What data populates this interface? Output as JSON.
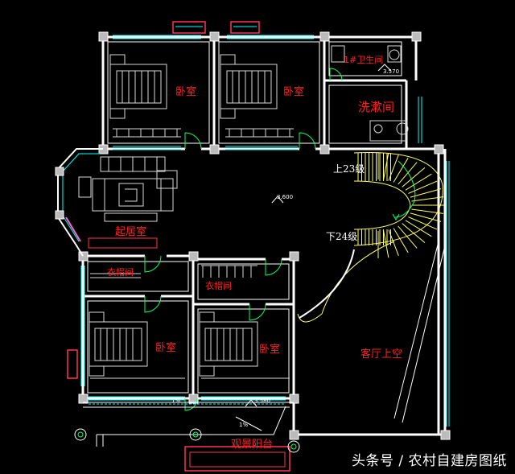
{
  "rooms": {
    "bedroom_nw": "卧室",
    "bedroom_nm": "卧室",
    "bathroom1": "1#卫生间",
    "laundry": "洗漱间",
    "living": "起居室",
    "closet_w": "衣帽间",
    "closet_m": "衣帽间",
    "bedroom_sw": "卧室",
    "bedroom_sm": "卧室",
    "hall_void": "客厅上空",
    "balcony": "观景阳台"
  },
  "stairs": {
    "up": "上23级",
    "down": "下24级"
  },
  "elevations": {
    "bath": "3.570",
    "center": "3.600",
    "balcony": "3.580",
    "slope_a": "1%",
    "slope_b": "1%"
  },
  "watermark": "头条号 / 农村自建房图纸",
  "colors": {
    "wall": "#ffffff",
    "window": "#00ffff",
    "stair": "#ffff66",
    "door": "#00ff66",
    "label": "#ff2020",
    "furniture": "#d8d8d8",
    "column": "#bbbbbb",
    "accent": "#ff3355",
    "pink": "#ff66cc"
  }
}
